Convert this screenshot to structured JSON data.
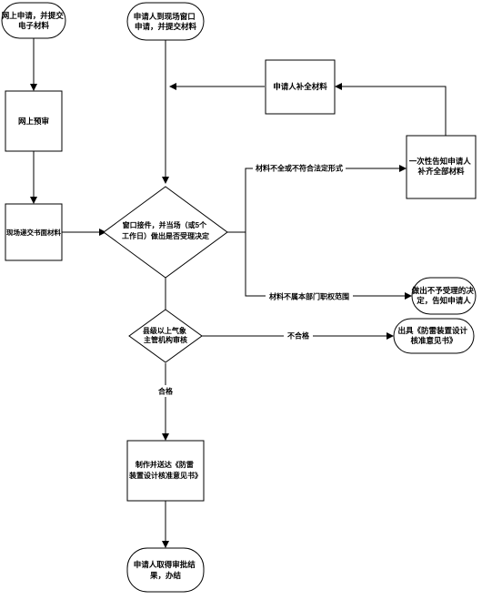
{
  "nodes": {
    "online_apply": {
      "lines": [
        "网上申请，并提交",
        "电子材料"
      ]
    },
    "online_pre_review": {
      "lines": [
        "网上预审"
      ]
    },
    "submit_paper": {
      "lines": [
        "现场递交书面材料"
      ]
    },
    "window_apply": {
      "lines": [
        "申请人到现场窗口申请，并提交材料"
      ]
    },
    "supplement": {
      "lines": [
        "申请人补全材料"
      ]
    },
    "notify_once": {
      "lines": [
        "一次性告知申请人",
        "补齐全部材料"
      ]
    },
    "accept_decision": {
      "lines": [
        "窗口接件，并当场（或5个",
        "工作日）做出是否受理决定"
      ]
    },
    "reject_notice": {
      "lines": [
        "做出不予受理的决定，告知申请人"
      ]
    },
    "county_review": {
      "lines": [
        "县级以上气象",
        "主管机构审核"
      ]
    },
    "issue_notice": {
      "lines": [
        "出具《防雷装置设计核准意见书》"
      ]
    },
    "make_send": {
      "lines": [
        "制作并送达《防雷",
        "装置设计核准意见书》"
      ]
    },
    "receive_result": {
      "lines": [
        "申请人取得审批结",
        "果，办结"
      ]
    }
  },
  "edges": {
    "incomplete": "材料不全或不符合法定形式",
    "out_of_scope": "材料不属本部门职权范围",
    "fail": "不合格",
    "pass": "合格"
  }
}
